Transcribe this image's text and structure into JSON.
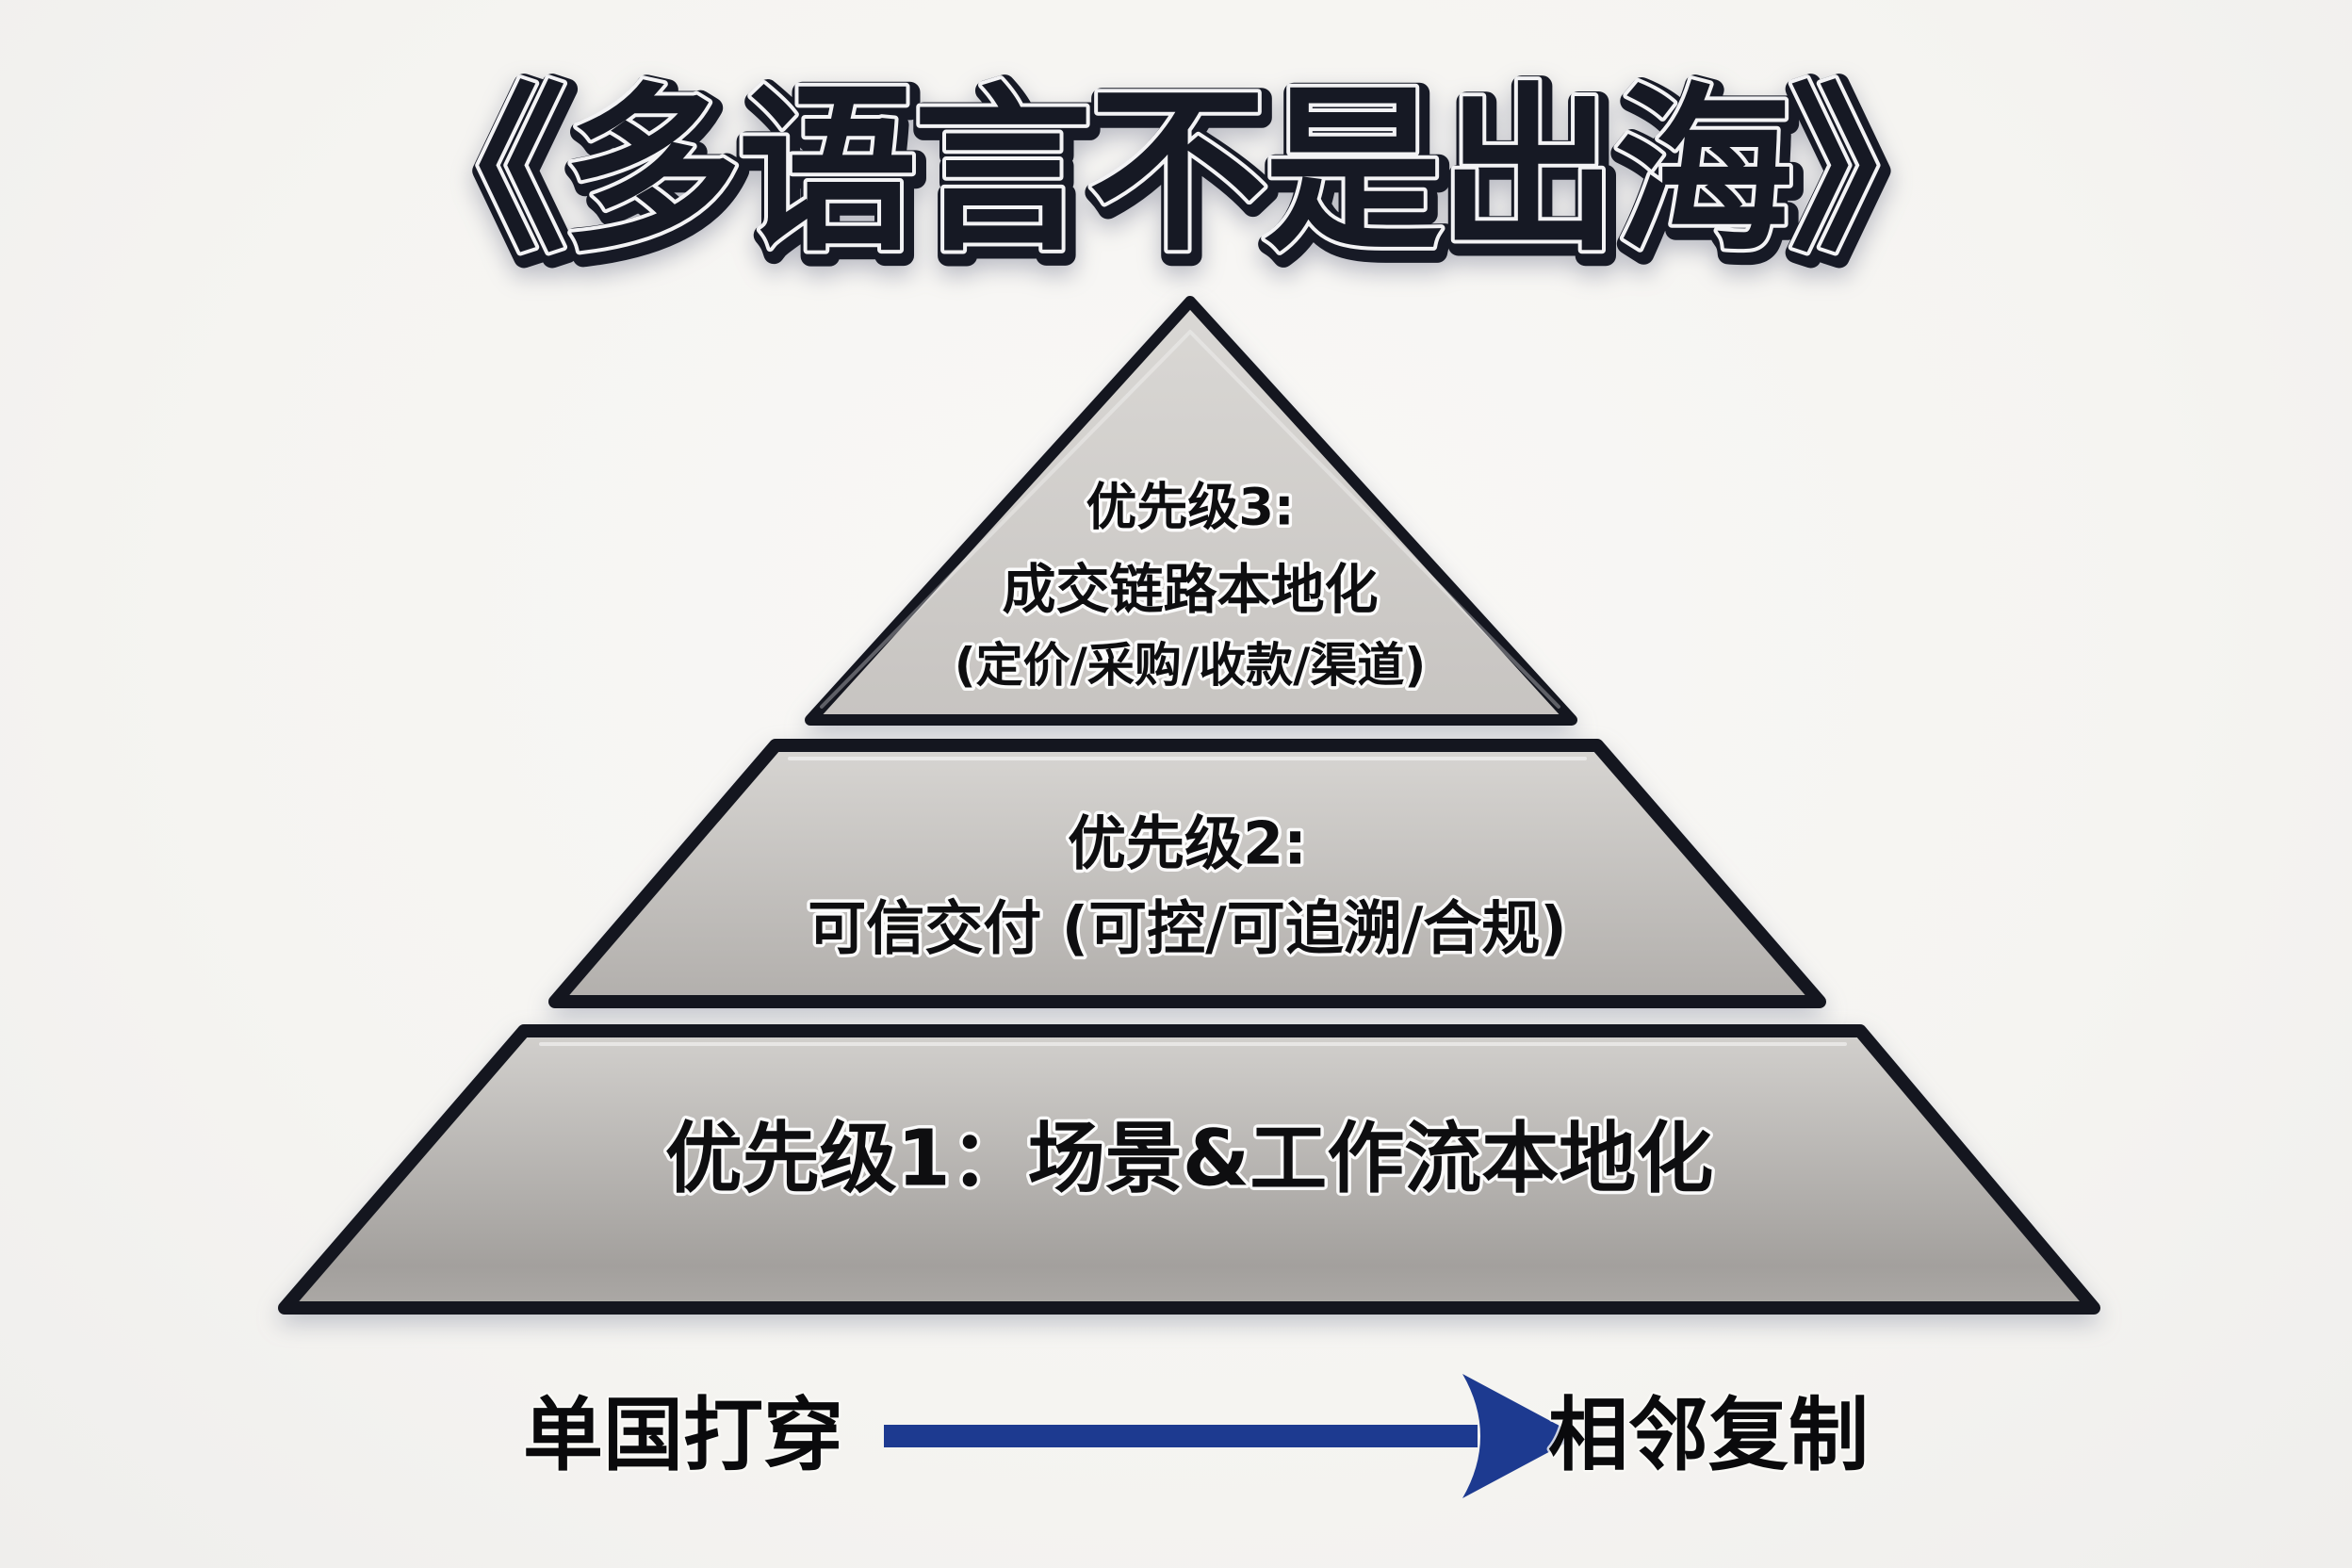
{
  "title": "《多语言不是出海》",
  "pyramid": {
    "tiers": [
      {
        "name": "priority-3",
        "lines": [
          "优先级3:",
          "成交链路本地化",
          "(定价/采购/收款/渠道)"
        ]
      },
      {
        "name": "priority-2",
        "lines": [
          "优先级2:",
          "可信交付 (可控/可追溯/合规)"
        ]
      },
      {
        "name": "priority-1",
        "lines": [
          "优先级1：场景&工作流本地化"
        ]
      }
    ]
  },
  "footer": {
    "left_label": "单国打穿",
    "right_label": "相邻复制"
  },
  "colors": {
    "background": "#f6f5f3",
    "tier_border": "#14161f",
    "tier1_fill_top": "#dad8d5",
    "tier1_fill_bottom": "#c7c4c1",
    "tier2_fill_top": "#d7d5d2",
    "tier2_fill_bottom": "#b2afac",
    "tier3_fill_top": "#d2d0cd",
    "tier3_fill_bottom": "#a3a09d",
    "text": "#0e0e10",
    "title_text": "#161924",
    "arrow": "#1d3a90"
  }
}
